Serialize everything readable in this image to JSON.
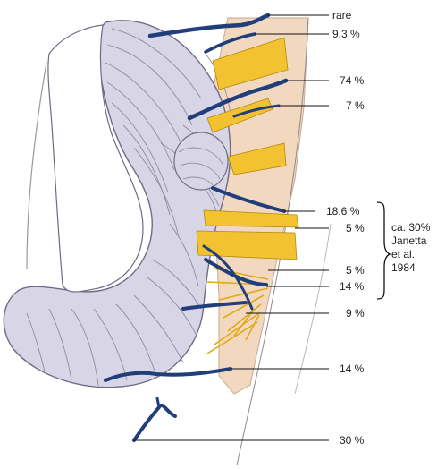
{
  "labels": {
    "rare": "rare",
    "p9_3": "9.3 %",
    "p74": "74 %",
    "p7": "7 %",
    "p18_6": "18.6 %",
    "p5a": "5 %",
    "p5b": "5 %",
    "p14a": "14 %",
    "p9": "9 %",
    "p14b": "14 %",
    "p30": "30 %"
  },
  "bracket_note": {
    "line1": "ca. 30%",
    "line2": "Janetta",
    "line3": "et al.",
    "line4": "1984"
  },
  "colors": {
    "vessel": "#1f3e7a",
    "nerve": "#f2c230",
    "cerebellum": "#d8d6e6",
    "brainstem": "#f3d8c0",
    "leader": "#111111"
  }
}
